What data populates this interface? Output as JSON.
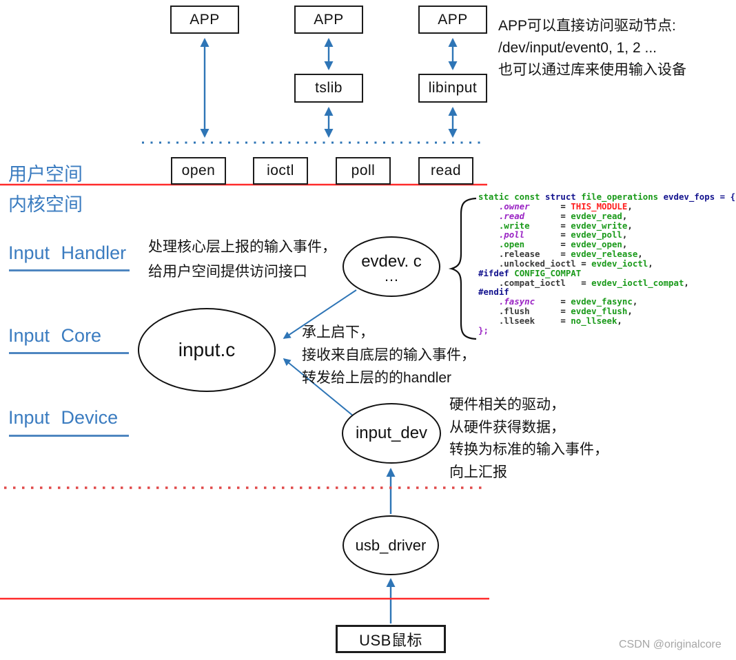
{
  "diagram": {
    "top_boxes": {
      "app1": "APP",
      "app2": "APP",
      "app3": "APP",
      "tslib": "tslib",
      "libinput": "libinput"
    },
    "syscalls": [
      "open",
      "ioctl",
      "poll",
      "read"
    ],
    "space_labels": {
      "user": "用户空间",
      "kernel": "内核空间"
    },
    "layer_labels": {
      "handler": "Input Handler",
      "core": "Input Core",
      "device": "Input Device"
    },
    "nodes": {
      "evdev": "evdev. c",
      "evdev_more": "…",
      "input_c": "input.c",
      "input_dev": "input_dev",
      "usb_driver": "usb_driver",
      "usb_mouse": "USB鼠标"
    },
    "annotations": {
      "top_right": [
        "APP可以直接访问驱动节点:",
        "/dev/input/event0, 1, 2 ...",
        "也可以通过库来使用输入设备"
      ],
      "handler": [
        "处理核心层上报的输入事件，",
        "给用户空间提供访问接口"
      ],
      "core": [
        "承上启下，",
        "接收来自底层的输入事件，",
        "转发给上层的的handler"
      ],
      "device": [
        "硬件相关的驱动，",
        "从硬件获得数据，",
        "转换为标准的输入事件，",
        "向上汇报"
      ]
    },
    "watermark": "CSDN @originalcore"
  },
  "colors": {
    "arrow_blue": "#2e75b6",
    "label_blue": "#3b7cc0",
    "solid_red": "#ff2a2a",
    "dotted_red": "#e04848",
    "code_green": "#1a9a1a",
    "code_navy": "#12128e",
    "code_purple": "#9a24c4",
    "code_red": "#ff1f1f"
  },
  "code": {
    "lines": [
      [
        {
          "t": "static const ",
          "c": "g"
        },
        {
          "t": "struct",
          "c": "n"
        },
        {
          "t": " "
        },
        {
          "t": "file_operations",
          "c": "g"
        },
        {
          "t": " "
        },
        {
          "t": "evdev_fops",
          "c": "n"
        },
        {
          "t": " = {",
          "c": "n"
        }
      ],
      [
        {
          "t": "    "
        },
        {
          "t": ".owner",
          "c": "p"
        },
        {
          "t": "      = "
        },
        {
          "t": "THIS_MODULE",
          "c": "r"
        },
        {
          "t": ","
        }
      ],
      [
        {
          "t": "    "
        },
        {
          "t": ".read",
          "c": "p"
        },
        {
          "t": "       = "
        },
        {
          "t": "evdev_read",
          "c": "g"
        },
        {
          "t": ","
        }
      ],
      [
        {
          "t": "    "
        },
        {
          "t": ".write",
          "c": "g"
        },
        {
          "t": "      = "
        },
        {
          "t": "evdev_write",
          "c": "g"
        },
        {
          "t": ","
        }
      ],
      [
        {
          "t": "    "
        },
        {
          "t": ".poll",
          "c": "p"
        },
        {
          "t": "       = "
        },
        {
          "t": "evdev_poll",
          "c": "g"
        },
        {
          "t": ","
        }
      ],
      [
        {
          "t": "    "
        },
        {
          "t": ".open",
          "c": "g"
        },
        {
          "t": "       = "
        },
        {
          "t": "evdev_open",
          "c": "g"
        },
        {
          "t": ","
        }
      ],
      [
        {
          "t": "    "
        },
        {
          "t": ".release",
          "c": "d"
        },
        {
          "t": "    = "
        },
        {
          "t": "evdev_release",
          "c": "g"
        },
        {
          "t": ","
        }
      ],
      [
        {
          "t": "    "
        },
        {
          "t": ".unlocked_ioctl",
          "c": "d"
        },
        {
          "t": " = "
        },
        {
          "t": "evdev_ioctl",
          "c": "g"
        },
        {
          "t": ","
        }
      ],
      [
        {
          "t": "#ifdef",
          "c": "n"
        },
        {
          "t": " "
        },
        {
          "t": "CONFIG_COMPAT",
          "c": "g"
        }
      ],
      [
        {
          "t": "    "
        },
        {
          "t": ".compat_ioctl",
          "c": "d"
        },
        {
          "t": "   = "
        },
        {
          "t": "evdev_ioctl_compat",
          "c": "g"
        },
        {
          "t": ","
        }
      ],
      [
        {
          "t": "#endif",
          "c": "n"
        }
      ],
      [
        {
          "t": "    "
        },
        {
          "t": ".fasync",
          "c": "p"
        },
        {
          "t": "     = "
        },
        {
          "t": "evdev_fasync",
          "c": "g"
        },
        {
          "t": ","
        }
      ],
      [
        {
          "t": "    "
        },
        {
          "t": ".flush",
          "c": "d"
        },
        {
          "t": "      = "
        },
        {
          "t": "evdev_flush",
          "c": "g"
        },
        {
          "t": ","
        }
      ],
      [
        {
          "t": "    "
        },
        {
          "t": ".llseek",
          "c": "d"
        },
        {
          "t": "     = "
        },
        {
          "t": "no_llseek",
          "c": "g"
        },
        {
          "t": ","
        }
      ],
      [
        {
          "t": "};",
          "c": "p2"
        }
      ]
    ]
  }
}
